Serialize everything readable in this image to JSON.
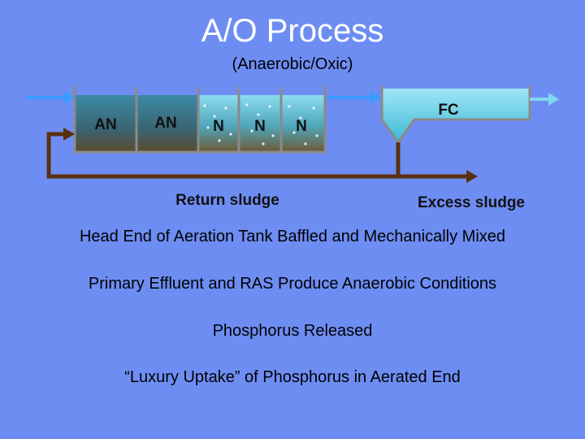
{
  "slide": {
    "title": "A/O Process",
    "subtitle": "(Anaerobic/Oxic)"
  },
  "diagram": {
    "zones": [
      "AN",
      "AN",
      "N",
      "N",
      "N"
    ],
    "clarifier_label": "FC",
    "return_label": "Return sludge",
    "excess_label": "Excess sludge",
    "colors": {
      "anaerobic_tank": "#2f6f8a",
      "aerated_tank": "#7ecfe3",
      "clarifier_water": "#7fd8ee",
      "sludge_line": "#5a3010",
      "flow_arrow": "#3a9bff"
    }
  },
  "bullets": [
    "Head End of Aeration Tank Baffled and Mechanically Mixed",
    "Primary Effluent and RAS Produce Anaerobic Conditions",
    "Phosphorus Released",
    "“Luxury Uptake” of Phosphorus in Aerated End"
  ]
}
